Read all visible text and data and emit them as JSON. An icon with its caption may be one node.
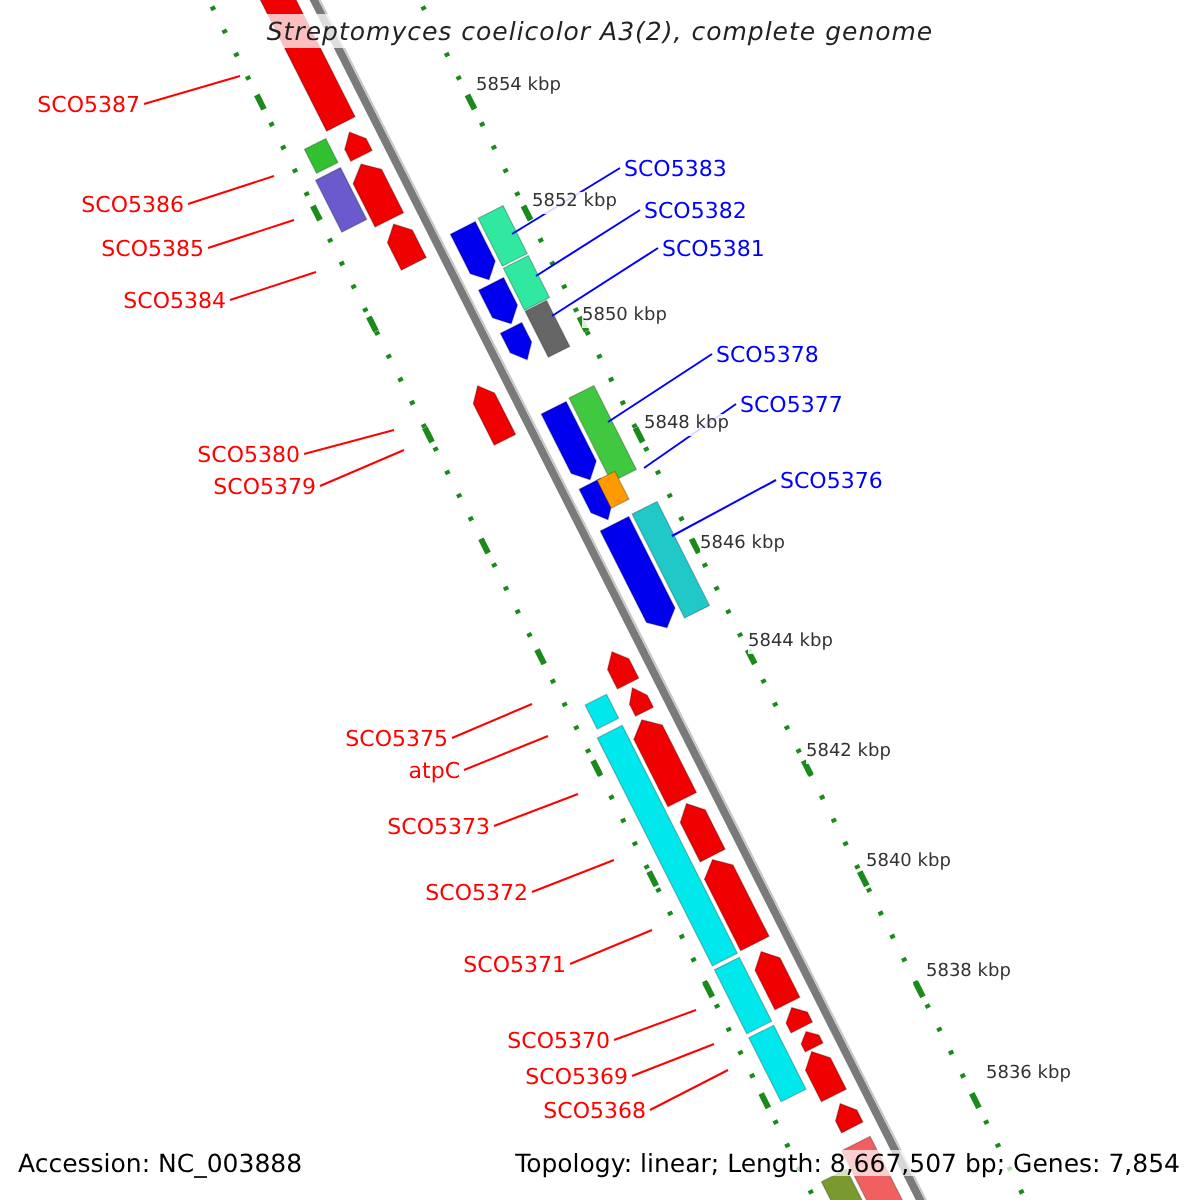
{
  "diagram": {
    "title": "Streptomyces coelicolor A3(2), complete genome",
    "nodes": [
      {
        "text": [
          "SCO5387"
        ]
      },
      {
        "text": [
          "SCO5383"
        ]
      },
      {
        "text": [
          "SCO5386"
        ]
      },
      {
        "text": [
          "SCO5382"
        ]
      },
      {
        "text": [
          "SCO5385"
        ]
      },
      {
        "text": [
          "SCO5381"
        ]
      },
      {
        "text": [
          "SCO5384"
        ]
      },
      {
        "text": [
          "SCO5378"
        ]
      },
      {
        "text": [
          "SCO5377"
        ]
      },
      {
        "text": [
          "SCO5380"
        ]
      },
      {
        "text": [
          "SCO5376"
        ]
      },
      {
        "text": [
          "SCO5379"
        ]
      },
      {
        "text": [
          "SCO5375"
        ]
      },
      {
        "text": [
          "atpC"
        ]
      },
      {
        "text": [
          "SCO5373"
        ]
      },
      {
        "text": [
          "SCO5372"
        ]
      },
      {
        "text": [
          "SCO5371"
        ]
      },
      {
        "text": [
          "SCO5370"
        ]
      },
      {
        "text": [
          "SCO5369"
        ]
      },
      {
        "text": [
          "SCO5368"
        ]
      }
    ],
    "edges": [
      {
        "from": 0,
        "to": null,
        "arrow": "none"
      },
      {
        "from": 1,
        "to": null,
        "arrow": "none",
        "color": "#0000ff"
      },
      {
        "from": 2,
        "to": null,
        "arrow": "none"
      },
      {
        "from": 3,
        "to": null,
        "arrow": "none",
        "color": "#0000ff"
      },
      {
        "from": 4,
        "to": null,
        "arrow": "none"
      },
      {
        "from": 5,
        "to": null,
        "arrow": "none",
        "color": "#0000ff"
      },
      {
        "from": 6,
        "to": null,
        "arrow": "none"
      },
      {
        "from": 7,
        "to": null,
        "arrow": "none",
        "color": "#0000ff"
      },
      {
        "from": 8,
        "to": null,
        "arrow": "none",
        "color": "#0000ff"
      },
      {
        "from": 9,
        "to": null,
        "arrow": "none"
      },
      {
        "from": 10,
        "to": null,
        "arrow": "none",
        "color": "#0000ff"
      },
      {
        "from": 11,
        "to": null,
        "arrow": "none"
      },
      {
        "from": 12,
        "to": null,
        "arrow": "none"
      },
      {
        "from": 13,
        "to": null,
        "arrow": "none"
      },
      {
        "from": 14,
        "to": null,
        "arrow": "none"
      },
      {
        "from": 15,
        "to": null,
        "arrow": "none"
      },
      {
        "from": 16,
        "to": null,
        "arrow": "none"
      },
      {
        "from": 17,
        "to": null,
        "arrow": "none"
      },
      {
        "from": 18,
        "to": null,
        "arrow": "none"
      },
      {
        "from": 19,
        "to": null,
        "arrow": "none"
      }
    ],
    "labels": [
      "5854 kbp",
      "5852 kbp",
      "5850 kbp",
      "5848 kbp",
      "5846 kbp",
      "5844 kbp",
      "5842 kbp",
      "5840 kbp",
      "5838 kbp",
      "5836 kbp",
      "Accession: NC_003888",
      "Topology: linear; Length: 8,667,507 bp; Genes: 7,854"
    ]
  }
}
